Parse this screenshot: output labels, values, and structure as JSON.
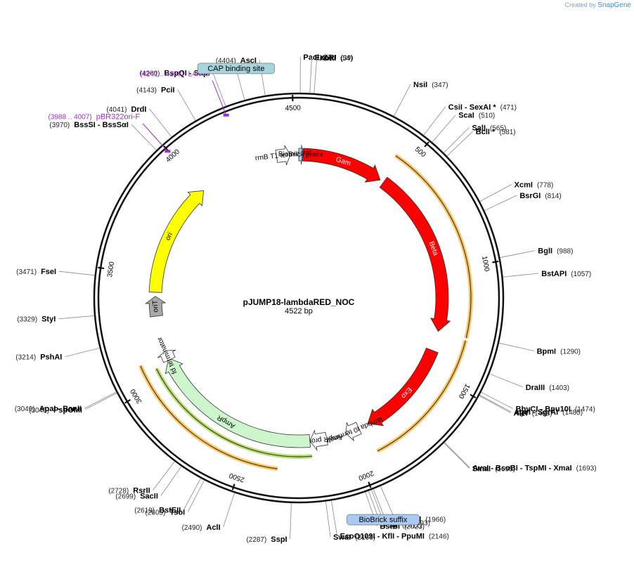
{
  "credit": {
    "created_by": "Created by",
    "brand": "SnapGene"
  },
  "plasmid": {
    "name": "pJUMP18-lambdaRED_NOC",
    "length_label": "4522 bp",
    "length": 4522
  },
  "ticks": [
    {
      "bp": 500,
      "label": "500"
    },
    {
      "bp": 1000,
      "label": "1000"
    },
    {
      "bp": 1500,
      "label": "1500"
    },
    {
      "bp": 2000,
      "label": "2000"
    },
    {
      "bp": 2500,
      "label": "2500"
    },
    {
      "bp": 3000,
      "label": "3000"
    },
    {
      "bp": 3500,
      "label": "3500"
    },
    {
      "bp": 4000,
      "label": "4000"
    },
    {
      "bp": 4500,
      "label": "4500"
    }
  ],
  "sites": [
    {
      "name": "PacI",
      "pos": "(5)",
      "bp": 5,
      "side": "r"
    },
    {
      "name": "EcoRI",
      "pos": "(39)",
      "bp": 39,
      "side": "r"
    },
    {
      "name": "XbaI",
      "pos": "(54)",
      "bp": 54,
      "side": "r"
    },
    {
      "name": "NsiI",
      "pos": "(347)",
      "bp": 347,
      "side": "r"
    },
    {
      "name": "CsiI - SexAI *",
      "pos": "(471)",
      "bp": 471,
      "side": "r"
    },
    {
      "name": "ScaI",
      "pos": "(510)",
      "bp": 510,
      "side": "r"
    },
    {
      "name": "SalI",
      "pos": "(565)",
      "bp": 565,
      "side": "r"
    },
    {
      "name": "BclI *",
      "pos": "(581)",
      "bp": 581,
      "side": "r"
    },
    {
      "name": "XcmI",
      "pos": "(778)",
      "bp": 778,
      "side": "r"
    },
    {
      "name": "BsrGI",
      "pos": "(814)",
      "bp": 814,
      "side": "r"
    },
    {
      "name": "BglI",
      "pos": "(988)",
      "bp": 988,
      "side": "r"
    },
    {
      "name": "BstAPI",
      "pos": "(1057)",
      "bp": 1057,
      "side": "r"
    },
    {
      "name": "BpmI",
      "pos": "(1290)",
      "bp": 1290,
      "side": "r"
    },
    {
      "name": "DraIII",
      "pos": "(1403)",
      "bp": 1403,
      "side": "r"
    },
    {
      "name": "BbvCI - Bpu10I",
      "pos": "(1474)",
      "bp": 1474,
      "side": "r"
    },
    {
      "name": "AgeI - SgrAI",
      "pos": "(1485)",
      "bp": 1485,
      "side": "r"
    },
    {
      "name": "AleI",
      "pos": "(1488)",
      "bp": 1488,
      "side": "r"
    },
    {
      "name": "AvaI - BsoBI - TspMI - XmaI",
      "pos": "(1693)",
      "bp": 1693,
      "side": "r"
    },
    {
      "name": "SmaI",
      "pos": "(1695)",
      "bp": 1695,
      "side": "r"
    },
    {
      "name": "HindIII",
      "pos": "(1966)",
      "bp": 1966,
      "side": "r"
    },
    {
      "name": "SpeI",
      "pos": "(1993)",
      "bp": 1993,
      "side": "r"
    },
    {
      "name": "PstI",
      "pos": "(2011)",
      "bp": 2011,
      "side": "r"
    },
    {
      "name": "BstBI",
      "pos": "(2023)",
      "bp": 2023,
      "side": "r"
    },
    {
      "name": "EcoO109I - KflI - PpuMI",
      "pos": "(2146)",
      "bp": 2146,
      "side": "r"
    },
    {
      "name": "SwaI",
      "pos": "(2166)",
      "bp": 2166,
      "side": "r"
    },
    {
      "name": "SspI",
      "pos": "(2287)",
      "bp": 2287,
      "side": "l"
    },
    {
      "name": "AclI",
      "pos": "(2490)",
      "bp": 2490,
      "side": "l"
    },
    {
      "name": "TsoI",
      "pos": "(2605)",
      "bp": 2605,
      "side": "l"
    },
    {
      "name": "BstEII",
      "pos": "(2619)",
      "bp": 2619,
      "side": "l"
    },
    {
      "name": "SacII",
      "pos": "(2699)",
      "bp": 2699,
      "side": "l"
    },
    {
      "name": "RsrII",
      "pos": "(2728)",
      "bp": 2728,
      "side": "l"
    },
    {
      "name": "PspOMI",
      "pos": "(3045)",
      "bp": 3045,
      "side": "l"
    },
    {
      "name": "ApaI - BanII",
      "pos": "(3049)",
      "bp": 3049,
      "side": "l"
    },
    {
      "name": "PshAI",
      "pos": "(3214)",
      "bp": 3214,
      "side": "l"
    },
    {
      "name": "StyI",
      "pos": "(3329)",
      "bp": 3329,
      "side": "l"
    },
    {
      "name": "FseI",
      "pos": "(3471)",
      "bp": 3471,
      "side": "l"
    },
    {
      "name": "BssSI - BssSαI",
      "pos": "(3970)",
      "bp": 3970,
      "side": "l"
    },
    {
      "name": "DrdI",
      "pos": "(4041)",
      "bp": 4041,
      "side": "l"
    },
    {
      "name": "PciI",
      "pos": "(4143)",
      "bp": 4143,
      "side": "l"
    },
    {
      "name": "BspQI - SapI",
      "pos": "(4260)",
      "bp": 4260,
      "side": "l"
    },
    {
      "name": "AscI",
      "pos": "(4404)",
      "bp": 4404,
      "side": "l"
    }
  ],
  "primers": [
    {
      "name": "pBR322ori-F",
      "pos": "(3988 .. 4007)",
      "bp": 3997
    },
    {
      "name": "L4440",
      "pos": "(4241 .. 4258)",
      "bp": 4250
    }
  ],
  "boxed_labels": [
    {
      "name": "CAP binding site",
      "color": "#a8d4de",
      "bp": 4330
    },
    {
      "name": "BioBrick suffix",
      "color": "#a9c8f2",
      "bp": 2000
    }
  ],
  "features": [
    {
      "name": "Gam",
      "start": 20,
      "end": 435,
      "color": "#ff0000",
      "ring": "inner",
      "label": "Gam"
    },
    {
      "name": "Beta",
      "start": 455,
      "end": 1300,
      "color": "#ff0000",
      "ring": "inner",
      "label": "Beta"
    },
    {
      "name": "Exo",
      "start": 1400,
      "end": 1900,
      "color": "#ff0000",
      "ring": "inner",
      "label": "Exo"
    },
    {
      "name": "lambda t0 terminator",
      "start": 1950,
      "end": 2020,
      "color": "#ffffff",
      "ring": "inner",
      "label": "lambda t0 terminator"
    },
    {
      "name": "AmpR promoter",
      "start": 2120,
      "end": 2205,
      "color": "#ffffff",
      "ring": "inner",
      "label": "AmpR promoter"
    },
    {
      "name": "AmpR",
      "start": 2205,
      "end": 3080,
      "color": "#ccf5cc",
      "ring": "inner",
      "label": "AmpR"
    },
    {
      "name": "fd terminator",
      "start": 3070,
      "end": 3120,
      "color": "#ffffff",
      "ring": "inner",
      "label": "fd terminator"
    },
    {
      "name": "oriT",
      "start": 3300,
      "end": 3400,
      "color": "#a8a8a8",
      "ring": "inner",
      "label": "oriT"
    },
    {
      "name": "ori",
      "start": 3420,
      "end": 4000,
      "color": "#ffff00",
      "ring": "inner",
      "label": "ori"
    },
    {
      "name": "rrnB T1 terminator",
      "start": 4410,
      "end": 4480,
      "color": "#ffffff",
      "ring": "inner",
      "label": "rrnB T1 terminator"
    },
    {
      "name": "BioBrick prefix",
      "start": 0,
      "end": 20,
      "color": "#a9c8f2",
      "ring": "inner",
      "label": "BioBrick prefix"
    }
  ],
  "orf_arcs": [
    {
      "start": 430,
      "end": 1300,
      "color": "#f2b94c"
    },
    {
      "start": 1310,
      "end": 1920,
      "color": "#f2b94c"
    },
    {
      "start": 2200,
      "end": 3060,
      "color": "#a2d95e"
    },
    {
      "start": 2350,
      "end": 3100,
      "color": "#f2b94c"
    }
  ],
  "colors": {
    "backbone": "#111111",
    "feature_red": "#ff0000",
    "ori_yellow": "#ffff00",
    "ampr_green": "#ccf5cc",
    "site_line": "#888888"
  }
}
